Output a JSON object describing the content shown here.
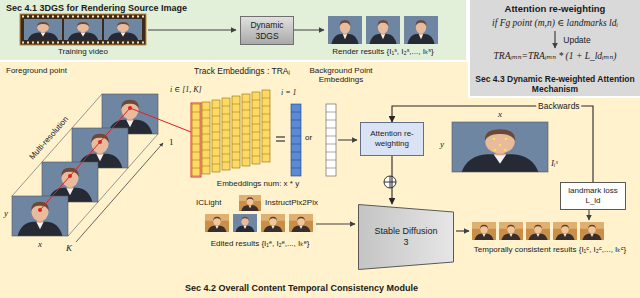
{
  "diagram": {
    "nodes": [
      {
        "text": [
          "Sec 4.1 3DGS for Rendering Source Image"
        ]
      },
      {
        "text": [
          "Dynamic 3DGS"
        ],
        "in": 0
      },
      {
        "text": [
          "Attention re-weighting",
          "if Fg point (m,n) ∈ landmarks ldᵢ",
          "Update",
          "TRAᵢₘₙ=TRAᵢₘₙ * (1 + L_ldᵢₘₙ)",
          "Sec 4.3 Dynamic Re-weighted Attention Mechanism"
        ]
      },
      {
        "text": [
          "Sec 4.2 Overall Content Temporal Consistency Module"
        ]
      },
      {
        "text": [
          "Attention re-weighting"
        ],
        "in": 3
      },
      {
        "text": [
          "Stable Diffusion 3"
        ],
        "in": 3
      },
      {
        "text": [
          "landmark loss L_ld"
        ],
        "in": 3
      }
    ],
    "edges": [
      {
        "from": 4,
        "to": 5,
        "arrow": "to"
      },
      {
        "from": 6,
        "to": 4,
        "label": "Backwards",
        "arrow": "to"
      }
    ],
    "labels": [
      "Training video",
      "Render results {I₁ˢ, I₂ˢ,..., Iₖˢ}",
      "Foreground point",
      "Multi-resolution",
      "x",
      "y",
      "K",
      "1",
      "Track Embeddings : TRAᵢ",
      "i ∈ [1, K]",
      "i = 1",
      "or",
      "Background Point Embeddings",
      "Embeddings num: x * y",
      "x",
      "y",
      "Iᵢˢ",
      "ICLight",
      "InstructPix2Pix",
      "Edited results {I₁ᵉ, I₂ᵉ,..., Iₖᵉ}",
      "Temporally consistent results {I₁ᶜ, I₂ᶜ,..., Iₖᶜ}"
    ]
  }
}
